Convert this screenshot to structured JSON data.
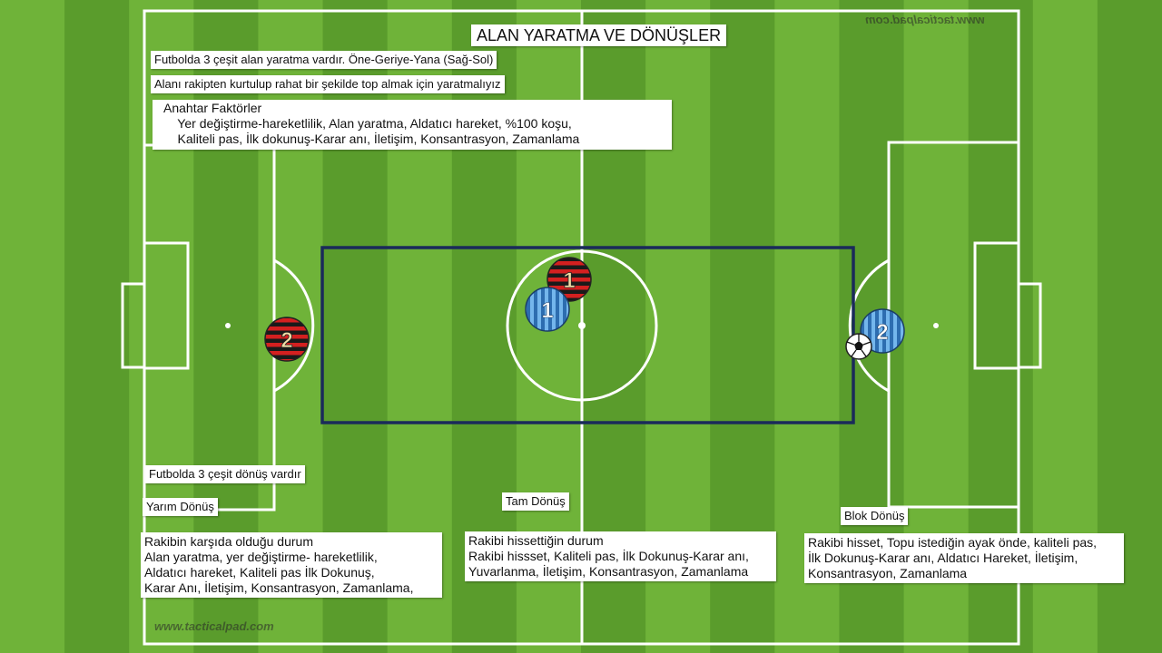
{
  "title": "ALAN YARATMA VE DÖNÜŞLER",
  "notes": {
    "intro1": "Futbolda 3 çeşit alan yaratma vardır. Öne-Geriye-Yana (Sağ-Sol)",
    "intro2": "Alanı rakipten kurtulup rahat bir şekilde top almak için yaratmalıyız",
    "key_factors": "Anahtar Faktörler\n    Yer değiştirme-hareketlilik, Alan yaratma, Aldatıcı hareket, %100 koşu,\n    Kaliteli pas, İlk dokunuş-Karar anı, İletişim, Konsantrasyon, Zamanlama",
    "turns_intro": "Futbolda 3 çeşit dönüş vardır",
    "half_turn_title": "Yarım Dönüş",
    "half_turn_text": "Rakibin karşıda olduğu durum\nAlan yaratma, yer değiştirme- hareketlilik,\nAldatıcı hareket, Kaliteli pas İlk Dokunuş,\nKarar Anı, İletişim, Konsantrasyon, Zamanlama,",
    "full_turn_title": "Tam Dönüş",
    "full_turn_text": "Rakibi hissettiğin durum\nRakibi hissset, Kaliteli pas, İlk Dokunuş-Karar anı,\nYuvarlanma, İletişim, Konsantrasyon, Zamanlama",
    "block_turn_title": "Blok Dönüş",
    "block_turn_text": "Rakibi hisset, Topu istediğin ayak önde, kaliteli pas,\nİlk Dokunuş-Karar anı, Aldatıcı Hareket, İletişim,\nKonsantrasyon, Zamanlama"
  },
  "players": {
    "red_1": "1",
    "blue_1": "1",
    "red_2": "2",
    "blue_2": "2"
  },
  "watermark": "www.tacticalpad.com",
  "colors": {
    "grass_light": "#6fb339",
    "grass_dark": "#5a9c2c",
    "zone_border": "#1a2a5a",
    "team_red": "#cc2020",
    "team_blue": "#4a90d0"
  }
}
